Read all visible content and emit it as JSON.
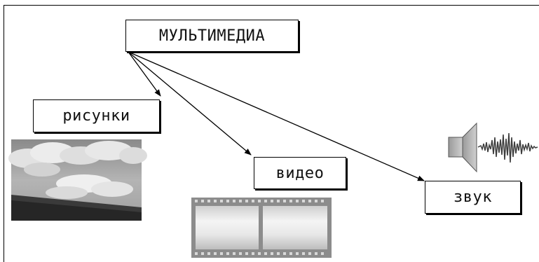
{
  "diagram": {
    "root": {
      "label": "МУЛЬТИМЕДИА"
    },
    "children": [
      {
        "key": "images",
        "label": "рисунки"
      },
      {
        "key": "video",
        "label": "видео"
      },
      {
        "key": "sound",
        "label": "звук"
      }
    ]
  },
  "colors": {
    "line": "#000000",
    "box_border": "#000000",
    "background": "#ffffff"
  },
  "icons": {
    "images": "landscape-photo-icon",
    "video": "film-strip-icon",
    "sound": "speaker-waveform-icon"
  }
}
